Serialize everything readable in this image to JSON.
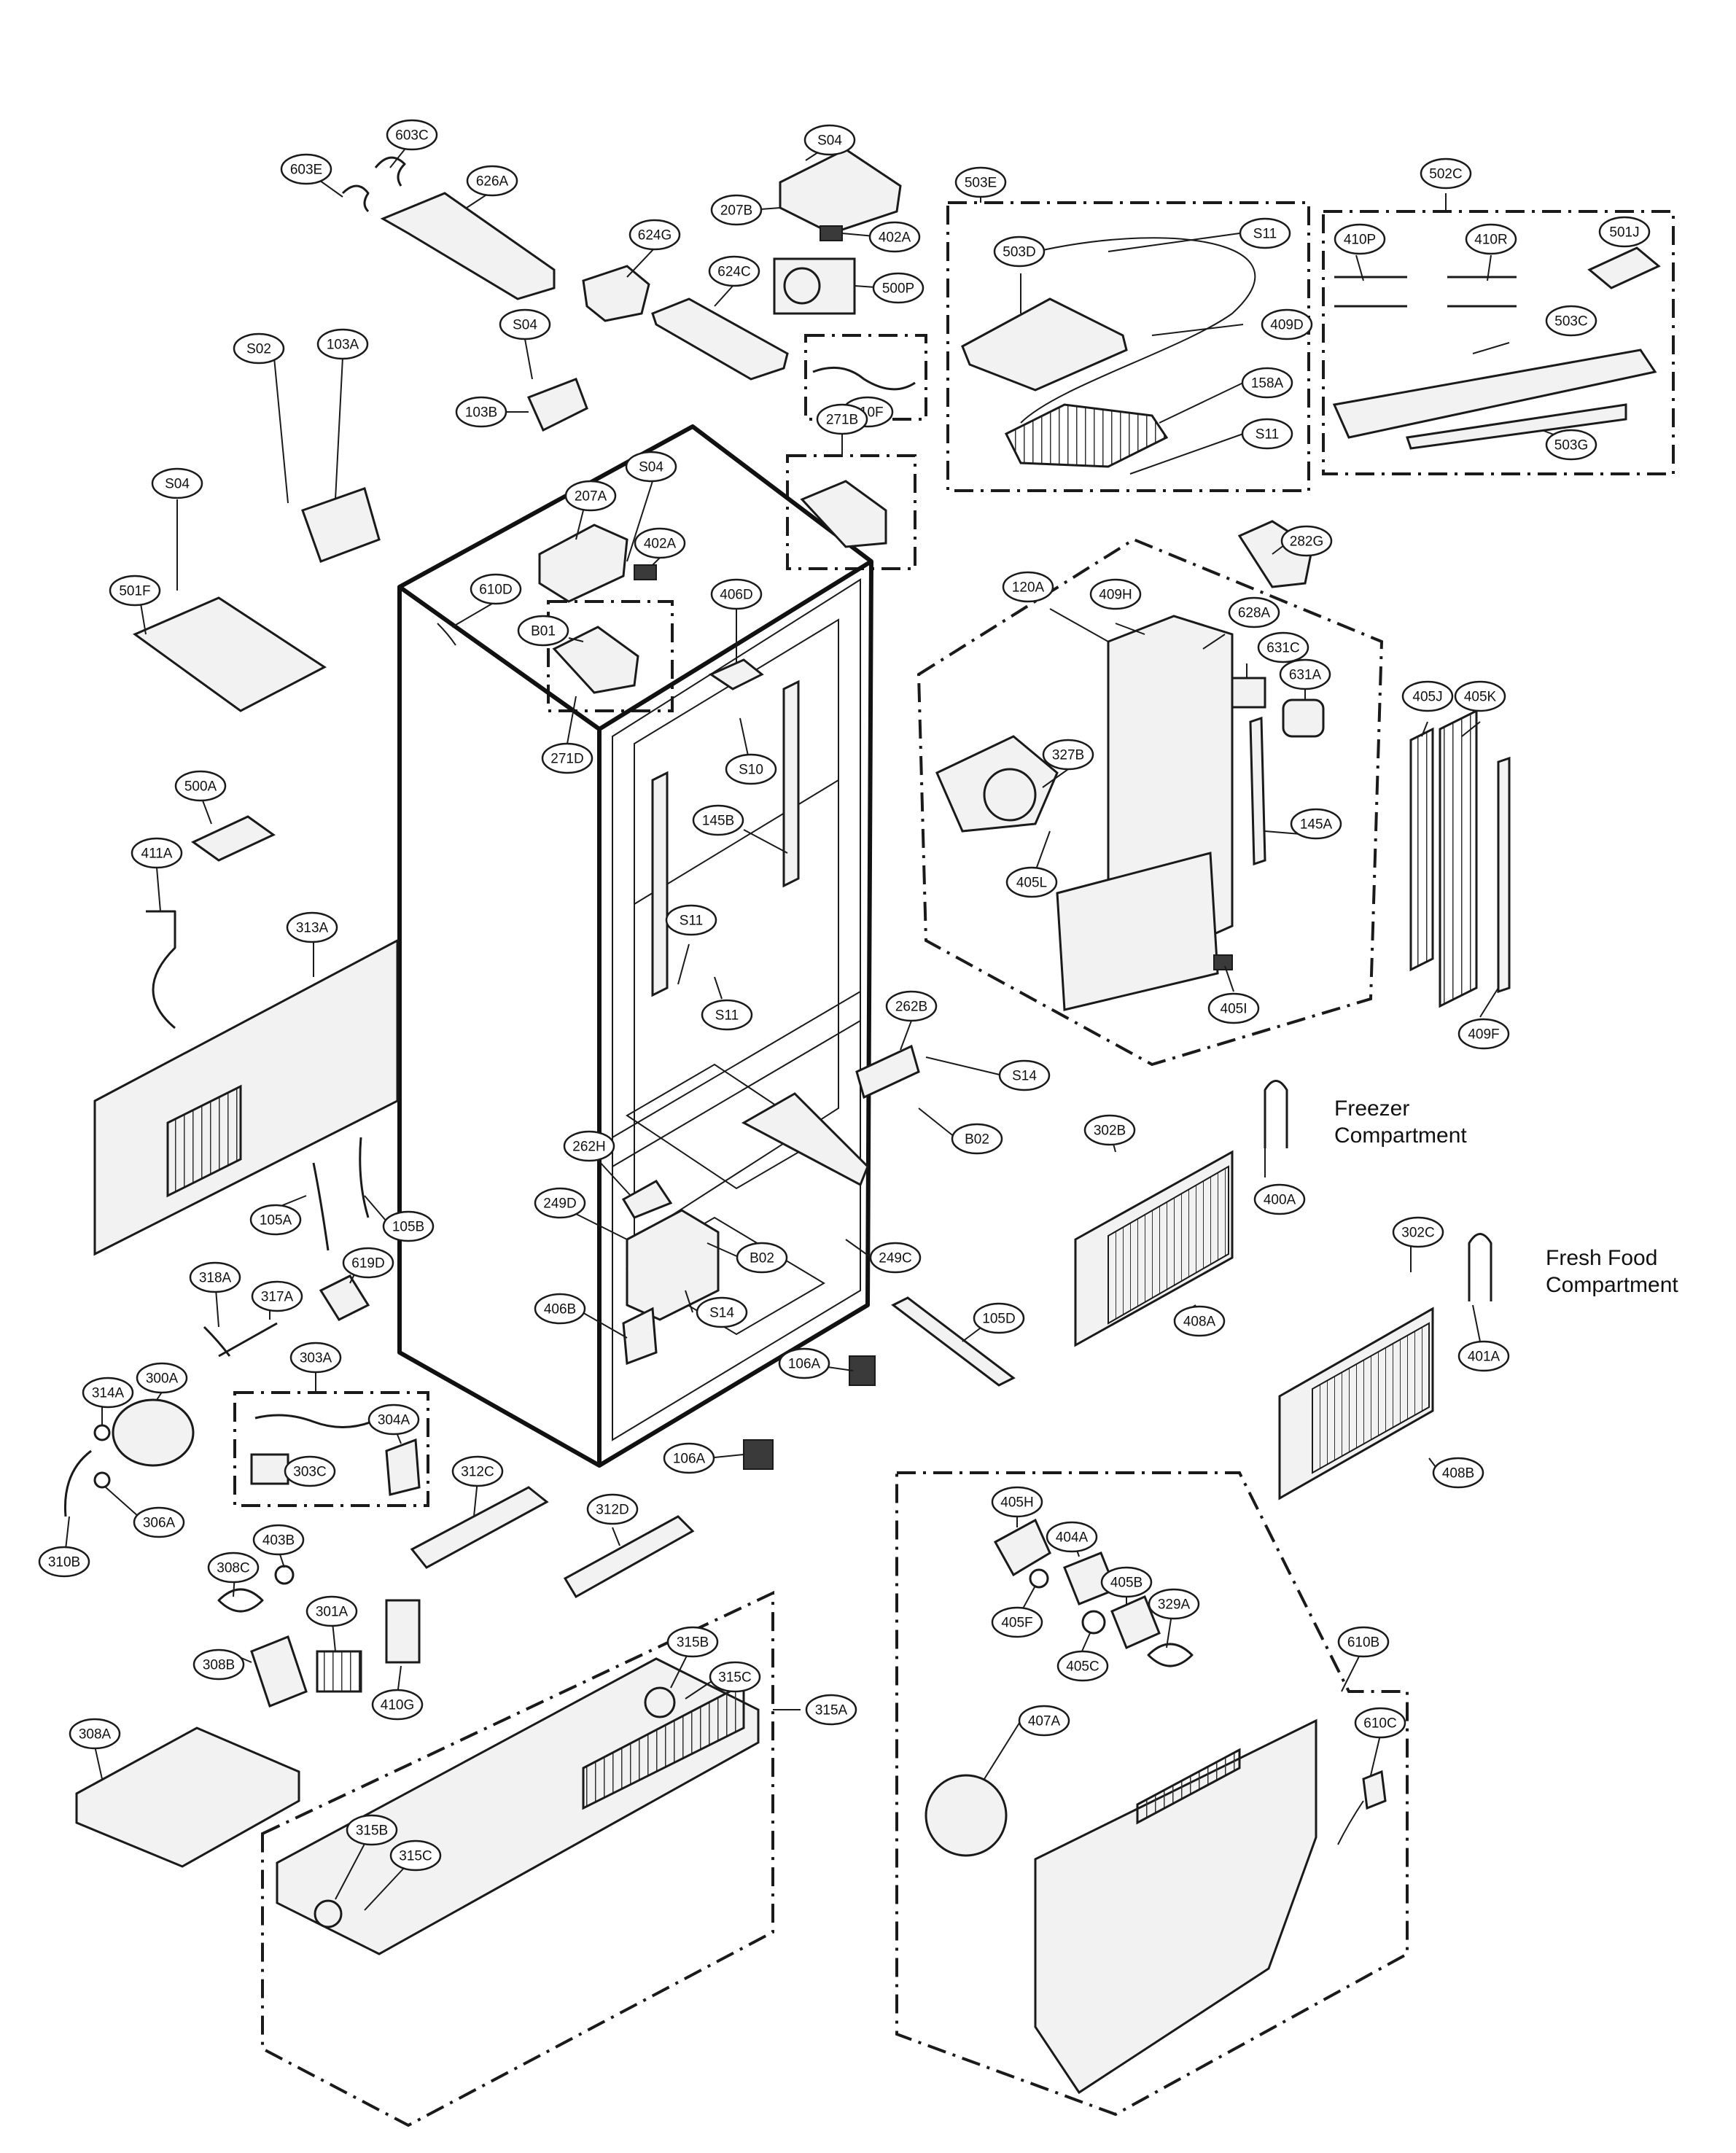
{
  "diagram": {
    "compartment_labels": {
      "freezer_line1": "Freezer",
      "freezer_line2": "Compartment",
      "fresh_line1": "Fresh Food",
      "fresh_line2": "Compartment"
    },
    "callouts": [
      "603C",
      "603E",
      "626A",
      "S04",
      "207B",
      "402A",
      "624G",
      "624C",
      "500P",
      "610F",
      "503E",
      "503D",
      "S11",
      "409D",
      "158A",
      "S11",
      "502C",
      "410P",
      "410R",
      "501J",
      "503C",
      "503G",
      "S04",
      "103B",
      "271B",
      "S04",
      "103A",
      "S02",
      "S04",
      "207A",
      "402A",
      "501F",
      "610D",
      "B01",
      "406D",
      "271D",
      "S10",
      "282G",
      "120A",
      "409H",
      "628A",
      "631C",
      "631A",
      "405J",
      "405K",
      "500A",
      "411A",
      "145B",
      "327B",
      "145A",
      "405L",
      "313A",
      "S11",
      "S11",
      "405I",
      "262B",
      "409F",
      "S14",
      "B02",
      "302B",
      "400A",
      "262H",
      "249D",
      "105A",
      "105B",
      "B02",
      "249C",
      "302C",
      "401A",
      "318A",
      "317A",
      "619D",
      "406B",
      "S14",
      "105D",
      "408A",
      "303A",
      "106A",
      "314A",
      "300A",
      "304A",
      "408B",
      "106A",
      "312C",
      "303C",
      "306A",
      "312D",
      "405H",
      "404A",
      "310B",
      "403B",
      "308C",
      "405B",
      "329A",
      "301A",
      "405F",
      "405C",
      "308B",
      "315B",
      "315C",
      "610B",
      "410G",
      "315A",
      "407A",
      "610C",
      "308A",
      "315B",
      "315C"
    ]
  }
}
